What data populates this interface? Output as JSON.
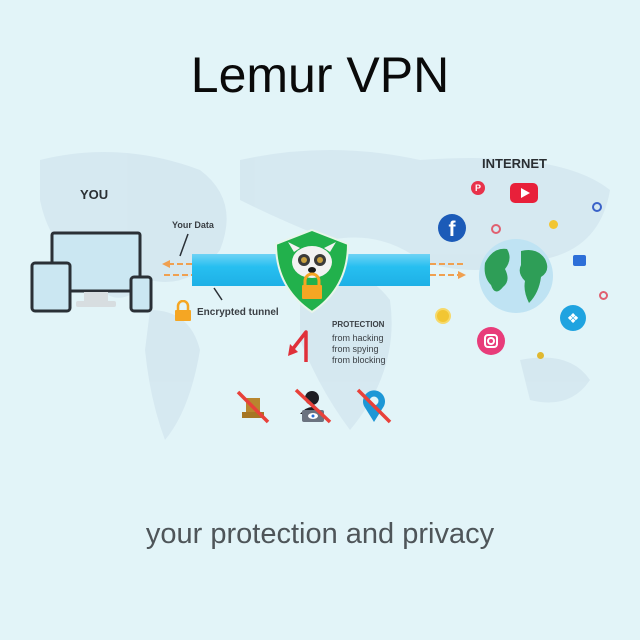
{
  "header": {
    "title": "Lemur VPN"
  },
  "diagram": {
    "you_label": "YOU",
    "your_data_label": "Your Data",
    "tunnel_label": "Encrypted tunnel",
    "internet_label": "INTERNET",
    "protection": {
      "title": "PROTECTION",
      "items": [
        "from hacking",
        "from spying",
        "from blocking"
      ]
    },
    "colors": {
      "tunnel": "#27bff0",
      "shield": "#22b14c",
      "lock": "#f5a623",
      "arrow": "#e0303a",
      "globe_land": "#2e9e57",
      "globe_sea": "#bfe3f3"
    },
    "social_icons": [
      "pinterest-icon",
      "youtube-icon",
      "facebook-icon",
      "twitter-icon",
      "instagram-icon",
      "like-icon",
      "emoji-icon"
    ]
  },
  "footer": {
    "tagline": "your protection and privacy"
  }
}
